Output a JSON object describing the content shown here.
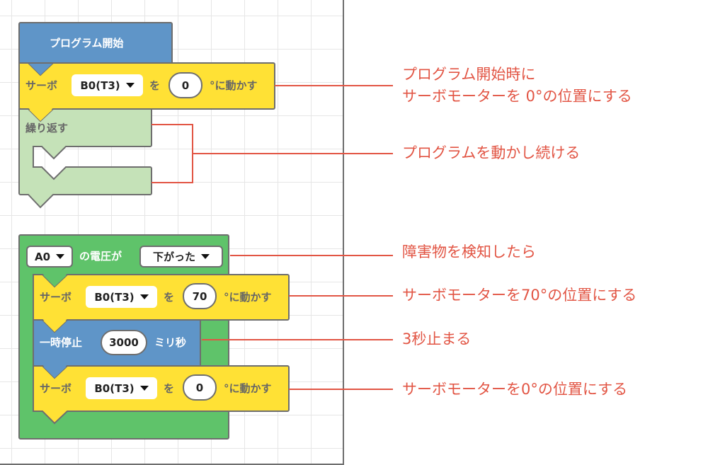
{
  "colors": {
    "event_blue": "#5F95C8",
    "servo_yellow": "#FFE135",
    "loop_green_light": "#C5E2B8",
    "event_green": "#5FC36A",
    "annotation_red": "#E25544",
    "block_outline": "#6E6E6E"
  },
  "program_start": {
    "title": "プログラム開始"
  },
  "servo_init": {
    "label": "サーボ",
    "port": "B0(T3)",
    "particle": "を",
    "angle": "0",
    "suffix": "°に動かす"
  },
  "loop": {
    "label": "繰り返す"
  },
  "event": {
    "pin": "A0",
    "middle": "の電圧が",
    "condition": "下がった"
  },
  "servo_move": {
    "label": "サーボ",
    "port": "B0(T3)",
    "particle": "を",
    "angle": "70",
    "suffix": "°に動かす"
  },
  "wait": {
    "label": "一時停止",
    "value": "3000",
    "unit": "ミリ秒"
  },
  "servo_return": {
    "label": "サーボ",
    "port": "B0(T3)",
    "particle": "を",
    "angle": "0",
    "suffix": "°に動かす"
  },
  "annotations": [
    {
      "line1": "プログラム開始時に",
      "line2": "サーボモーターを 0°の位置にする"
    },
    {
      "line1": "プログラムを動かし続ける"
    },
    {
      "line1": "障害物を検知したら"
    },
    {
      "line1": "サーボモーターを70°の位置にする"
    },
    {
      "line1": "3秒止まる"
    },
    {
      "line1": "サーボモーターを0°の位置にする"
    }
  ]
}
